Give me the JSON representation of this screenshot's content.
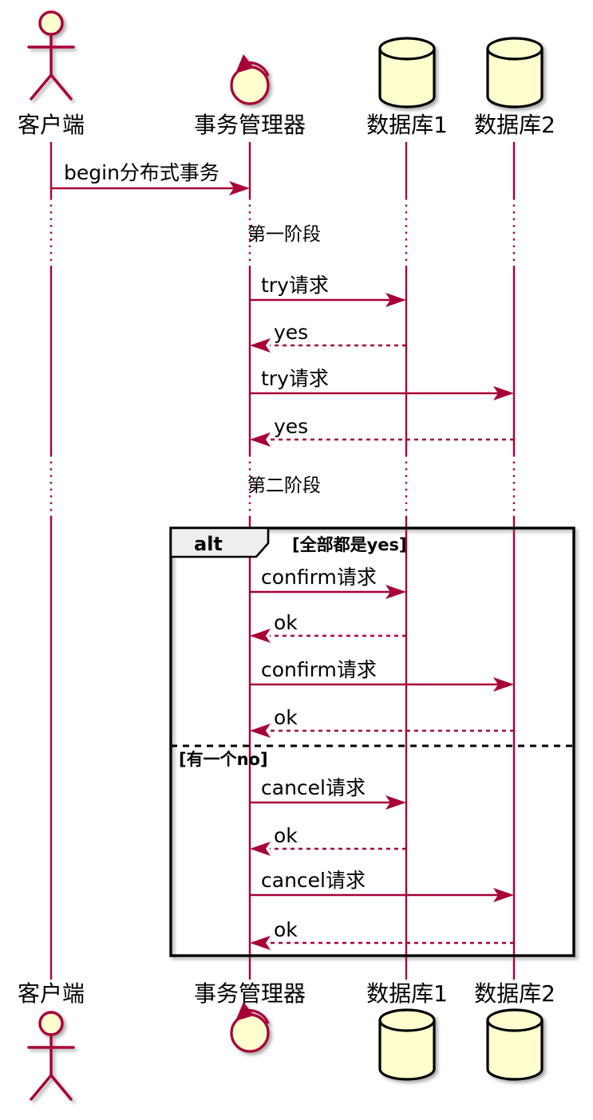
{
  "diagram_type": "uml-sequence-diagram",
  "colors": {
    "accent": "#A80036",
    "shape_fill": "#FEFECE",
    "frame_border": "#000000",
    "pentagon_fill": "#EEEEEE",
    "text": "#000000",
    "background": "#FFFFFF"
  },
  "participants": [
    {
      "name": "客户端",
      "kind": "actor"
    },
    {
      "name": "事务管理器",
      "kind": "control"
    },
    {
      "name": "数据库1",
      "kind": "database"
    },
    {
      "name": "数据库2",
      "kind": "database"
    }
  ],
  "messages": [
    {
      "from": "客户端",
      "to": "事务管理器",
      "label": "begin分布式事务",
      "line": "solid"
    },
    {
      "from": "事务管理器",
      "to": "数据库1",
      "label": "try请求",
      "line": "solid"
    },
    {
      "from": "数据库1",
      "to": "事务管理器",
      "label": "yes",
      "line": "dashed"
    },
    {
      "from": "事务管理器",
      "to": "数据库2",
      "label": "try请求",
      "line": "solid"
    },
    {
      "from": "数据库2",
      "to": "事务管理器",
      "label": "yes",
      "line": "dashed"
    },
    {
      "from": "事务管理器",
      "to": "数据库1",
      "label": "confirm请求",
      "line": "solid"
    },
    {
      "from": "数据库1",
      "to": "事务管理器",
      "label": "ok",
      "line": "dashed"
    },
    {
      "from": "事务管理器",
      "to": "数据库2",
      "label": "confirm请求",
      "line": "solid"
    },
    {
      "from": "数据库2",
      "to": "事务管理器",
      "label": "ok",
      "line": "dashed"
    },
    {
      "from": "事务管理器",
      "to": "数据库1",
      "label": "cancel请求",
      "line": "solid"
    },
    {
      "from": "数据库1",
      "to": "事务管理器",
      "label": "ok",
      "line": "dashed"
    },
    {
      "from": "事务管理器",
      "to": "数据库2",
      "label": "cancel请求",
      "line": "solid"
    },
    {
      "from": "数据库2",
      "to": "事务管理器",
      "label": "ok",
      "line": "dashed"
    }
  ],
  "delays": [
    {
      "label": "第一阶段"
    },
    {
      "label": "第二阶段"
    }
  ],
  "alt_frame": {
    "keyword": "alt",
    "conditions": [
      {
        "label": "[全部都是yes]"
      },
      {
        "label": "[有一个no]"
      }
    ]
  }
}
